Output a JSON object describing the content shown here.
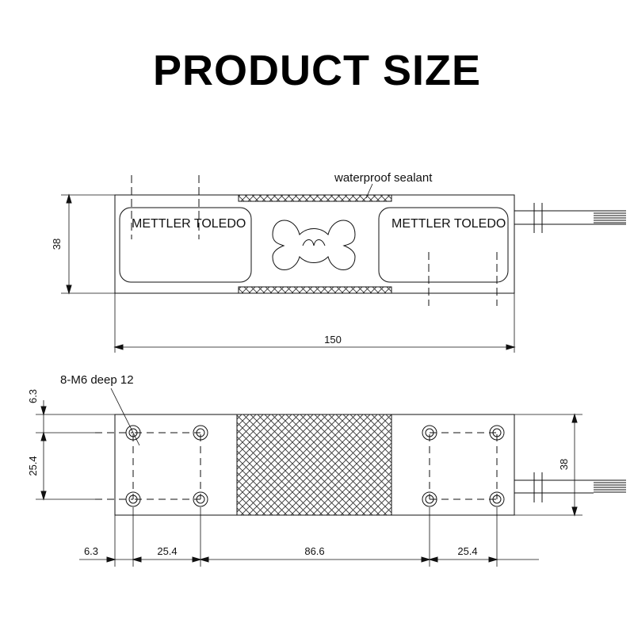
{
  "title": "PRODUCT SIZE",
  "top_view": {
    "brand_left": "METTLER TOLEDO",
    "brand_right": "METTLER TOLEDO",
    "sealant_label": "waterproof sealant",
    "height_dim": "38",
    "length_dim": "150"
  },
  "bottom_view": {
    "hole_note": "8-M6 deep 12",
    "dim_edge_top": "6.3",
    "dim_hole_spacing_v": "25.4",
    "dim_height": "38",
    "dim_edge_left": "6.3",
    "dim_hole_spacing_left": "25.4",
    "dim_center": "86.6",
    "dim_hole_spacing_right": "25.4"
  },
  "colors": {
    "line": "#111111",
    "hatch": "#333333",
    "background": "#ffffff"
  }
}
